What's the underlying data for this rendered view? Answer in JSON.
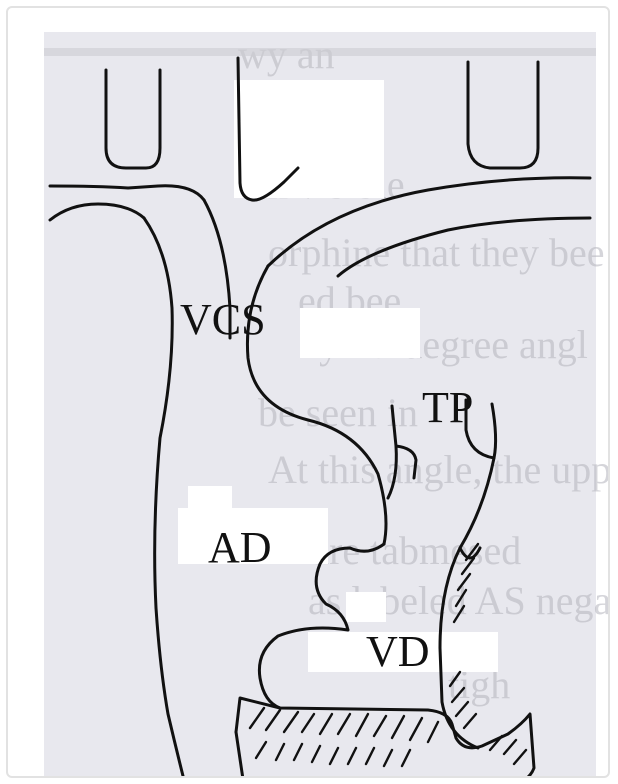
{
  "diagram": {
    "labels": {
      "vcs": "VCS",
      "tp": "TP",
      "ad": "AD",
      "vd": "VD"
    }
  },
  "colors": {
    "ink": "#111111",
    "paper_background": "#e8e8ee",
    "faded_text": "#b4b4bc",
    "frame_border": "#e2e2e2"
  }
}
